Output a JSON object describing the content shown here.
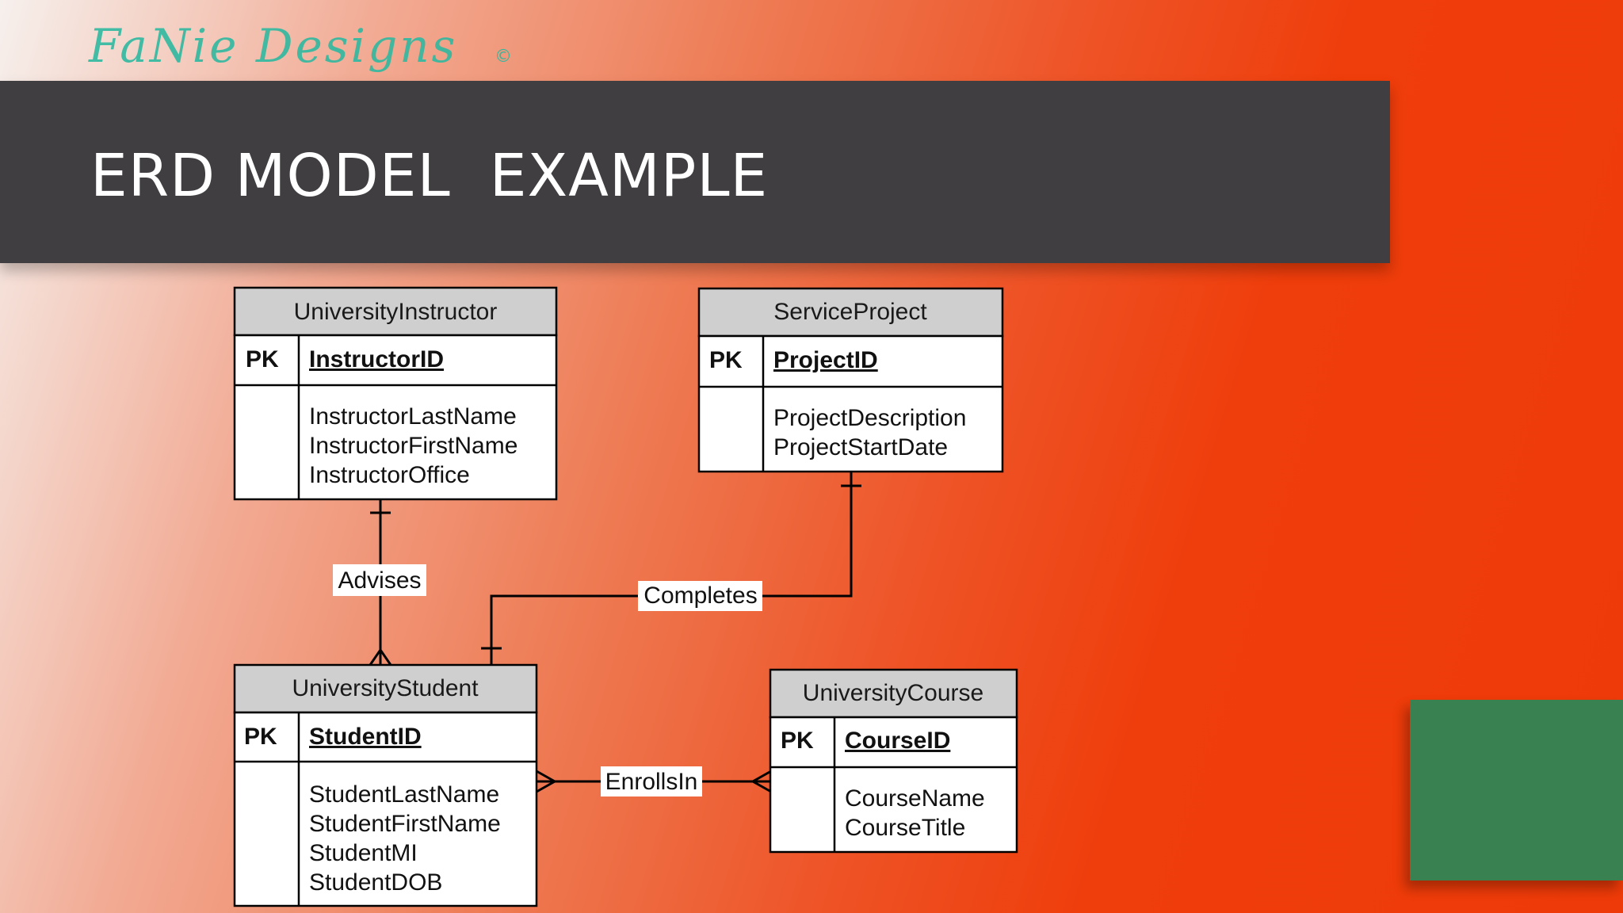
{
  "slide": {
    "logo_text": "FaNie Designs",
    "logo_symbol": "©",
    "title": "ERD MODEL  EXAMPLE"
  },
  "pk_label": "PK",
  "entities": {
    "instructor": {
      "name": "UniversityInstructor",
      "pk": "InstructorID",
      "attributes": [
        "InstructorLastName",
        "InstructorFirstName",
        "InstructorOffice"
      ]
    },
    "project": {
      "name": "ServiceProject",
      "pk": "ProjectID",
      "attributes": [
        "ProjectDescription",
        "ProjectStartDate"
      ]
    },
    "student": {
      "name": "UniversityStudent",
      "pk": "StudentID",
      "attributes": [
        "StudentLastName",
        "StudentFirstName",
        "StudentMI",
        "StudentDOB"
      ]
    },
    "course": {
      "name": "UniversityCourse",
      "pk": "CourseID",
      "attributes": [
        "CourseName",
        "CourseTitle"
      ]
    }
  },
  "relationships": {
    "advises": {
      "label": "Advises",
      "from": "instructor",
      "to": "student",
      "from_card": "one",
      "to_card": "many"
    },
    "completes": {
      "label": "Completes",
      "from": "project",
      "to": "student",
      "from_card": "one",
      "to_card": "one"
    },
    "enrolls": {
      "label": "EnrollsIn",
      "from": "student",
      "to": "course",
      "from_card": "many",
      "to_card": "many"
    }
  },
  "colors": {
    "title_band": "#403e41",
    "entity_header": "#cfcfcf",
    "logo": "#2fb8a0",
    "accent_block": "#3a8152"
  }
}
